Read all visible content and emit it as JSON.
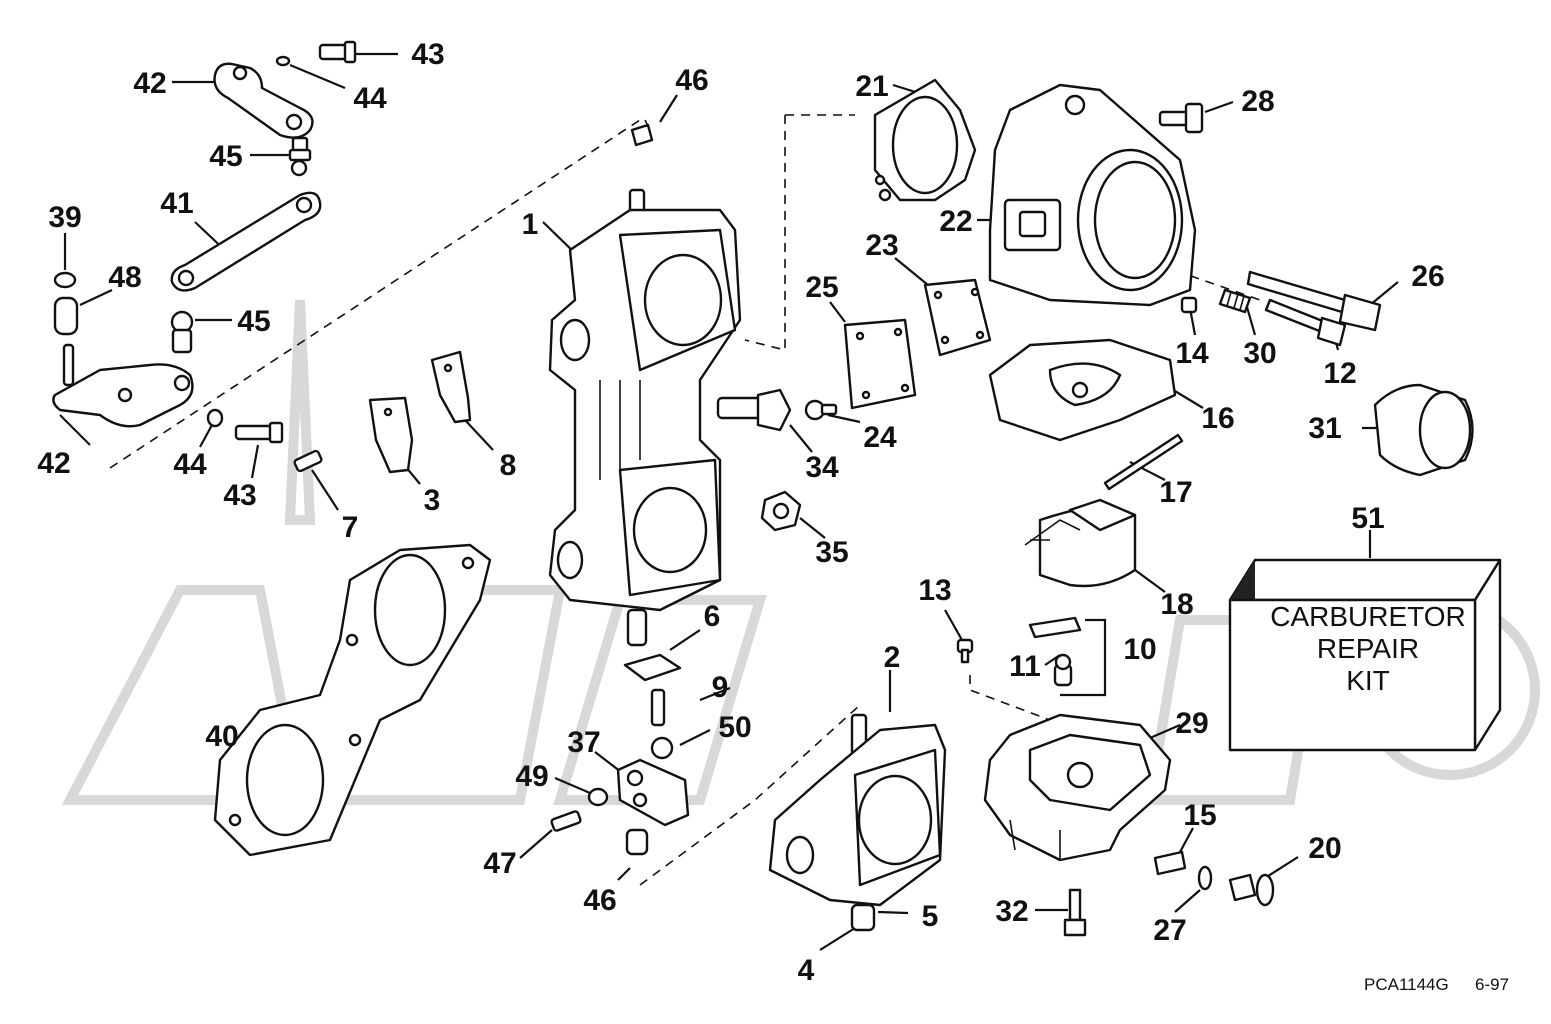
{
  "callouts": [
    {
      "id": "43a",
      "text": "43"
    },
    {
      "id": "42a",
      "text": "42"
    },
    {
      "id": "44a",
      "text": "44"
    },
    {
      "id": "46a",
      "text": "46"
    },
    {
      "id": "45a",
      "text": "45"
    },
    {
      "id": "39",
      "text": "39"
    },
    {
      "id": "41",
      "text": "41"
    },
    {
      "id": "48",
      "text": "48"
    },
    {
      "id": "45b",
      "text": "45"
    },
    {
      "id": "1",
      "text": "1"
    },
    {
      "id": "42b",
      "text": "42"
    },
    {
      "id": "44b",
      "text": "44"
    },
    {
      "id": "43b",
      "text": "43"
    },
    {
      "id": "7",
      "text": "7"
    },
    {
      "id": "3",
      "text": "3"
    },
    {
      "id": "8",
      "text": "8"
    },
    {
      "id": "21",
      "text": "21"
    },
    {
      "id": "28",
      "text": "28"
    },
    {
      "id": "22",
      "text": "22"
    },
    {
      "id": "23",
      "text": "23"
    },
    {
      "id": "25",
      "text": "25"
    },
    {
      "id": "26",
      "text": "26"
    },
    {
      "id": "14",
      "text": "14"
    },
    {
      "id": "30",
      "text": "30"
    },
    {
      "id": "12",
      "text": "12"
    },
    {
      "id": "24",
      "text": "24"
    },
    {
      "id": "34",
      "text": "34"
    },
    {
      "id": "16",
      "text": "16"
    },
    {
      "id": "31",
      "text": "31"
    },
    {
      "id": "17",
      "text": "17"
    },
    {
      "id": "35",
      "text": "35"
    },
    {
      "id": "51",
      "text": "51"
    },
    {
      "id": "18",
      "text": "18"
    },
    {
      "id": "13",
      "text": "13"
    },
    {
      "id": "6",
      "text": "6"
    },
    {
      "id": "2",
      "text": "2"
    },
    {
      "id": "10",
      "text": "10"
    },
    {
      "id": "11",
      "text": "11"
    },
    {
      "id": "9",
      "text": "9"
    },
    {
      "id": "40",
      "text": "40"
    },
    {
      "id": "37",
      "text": "37"
    },
    {
      "id": "50",
      "text": "50"
    },
    {
      "id": "29",
      "text": "29"
    },
    {
      "id": "49",
      "text": "49"
    },
    {
      "id": "15",
      "text": "15"
    },
    {
      "id": "20",
      "text": "20"
    },
    {
      "id": "47",
      "text": "47"
    },
    {
      "id": "46b",
      "text": "46"
    },
    {
      "id": "32",
      "text": "32"
    },
    {
      "id": "5",
      "text": "5"
    },
    {
      "id": "27",
      "text": "27"
    },
    {
      "id": "4",
      "text": "4"
    }
  ],
  "kit_box": {
    "line1": "CARBURETOR",
    "line2": "REPAIR",
    "line3": "KIT"
  },
  "footer": {
    "part_code": "PCA1144G",
    "date_code": "6-97"
  }
}
